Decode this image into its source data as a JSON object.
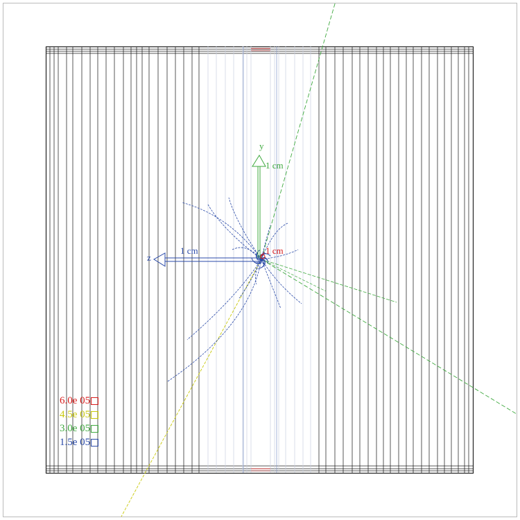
{
  "axes": {
    "y_label": "y",
    "y_scale": "1 cm",
    "z_label": "z",
    "z_scale": "1 cm",
    "x_scale": "1 cm"
  },
  "legend": [
    {
      "label": "6.0e 05",
      "color": "#d81b1b"
    },
    {
      "label": "4.5e 05",
      "color": "#c9c90a"
    },
    {
      "label": "3.0e 05",
      "color": "#3fa93f"
    },
    {
      "label": "1.5e 05",
      "color": "#2a4aa8"
    }
  ],
  "colors": {
    "frame": "#222222",
    "slab_line": "#111111",
    "pale_line": "#c8d0e0",
    "track_blue": "#2a4aa8",
    "track_green": "#3fa93f",
    "track_yellow": "#c9c90a",
    "track_red": "#d81b1b"
  }
}
